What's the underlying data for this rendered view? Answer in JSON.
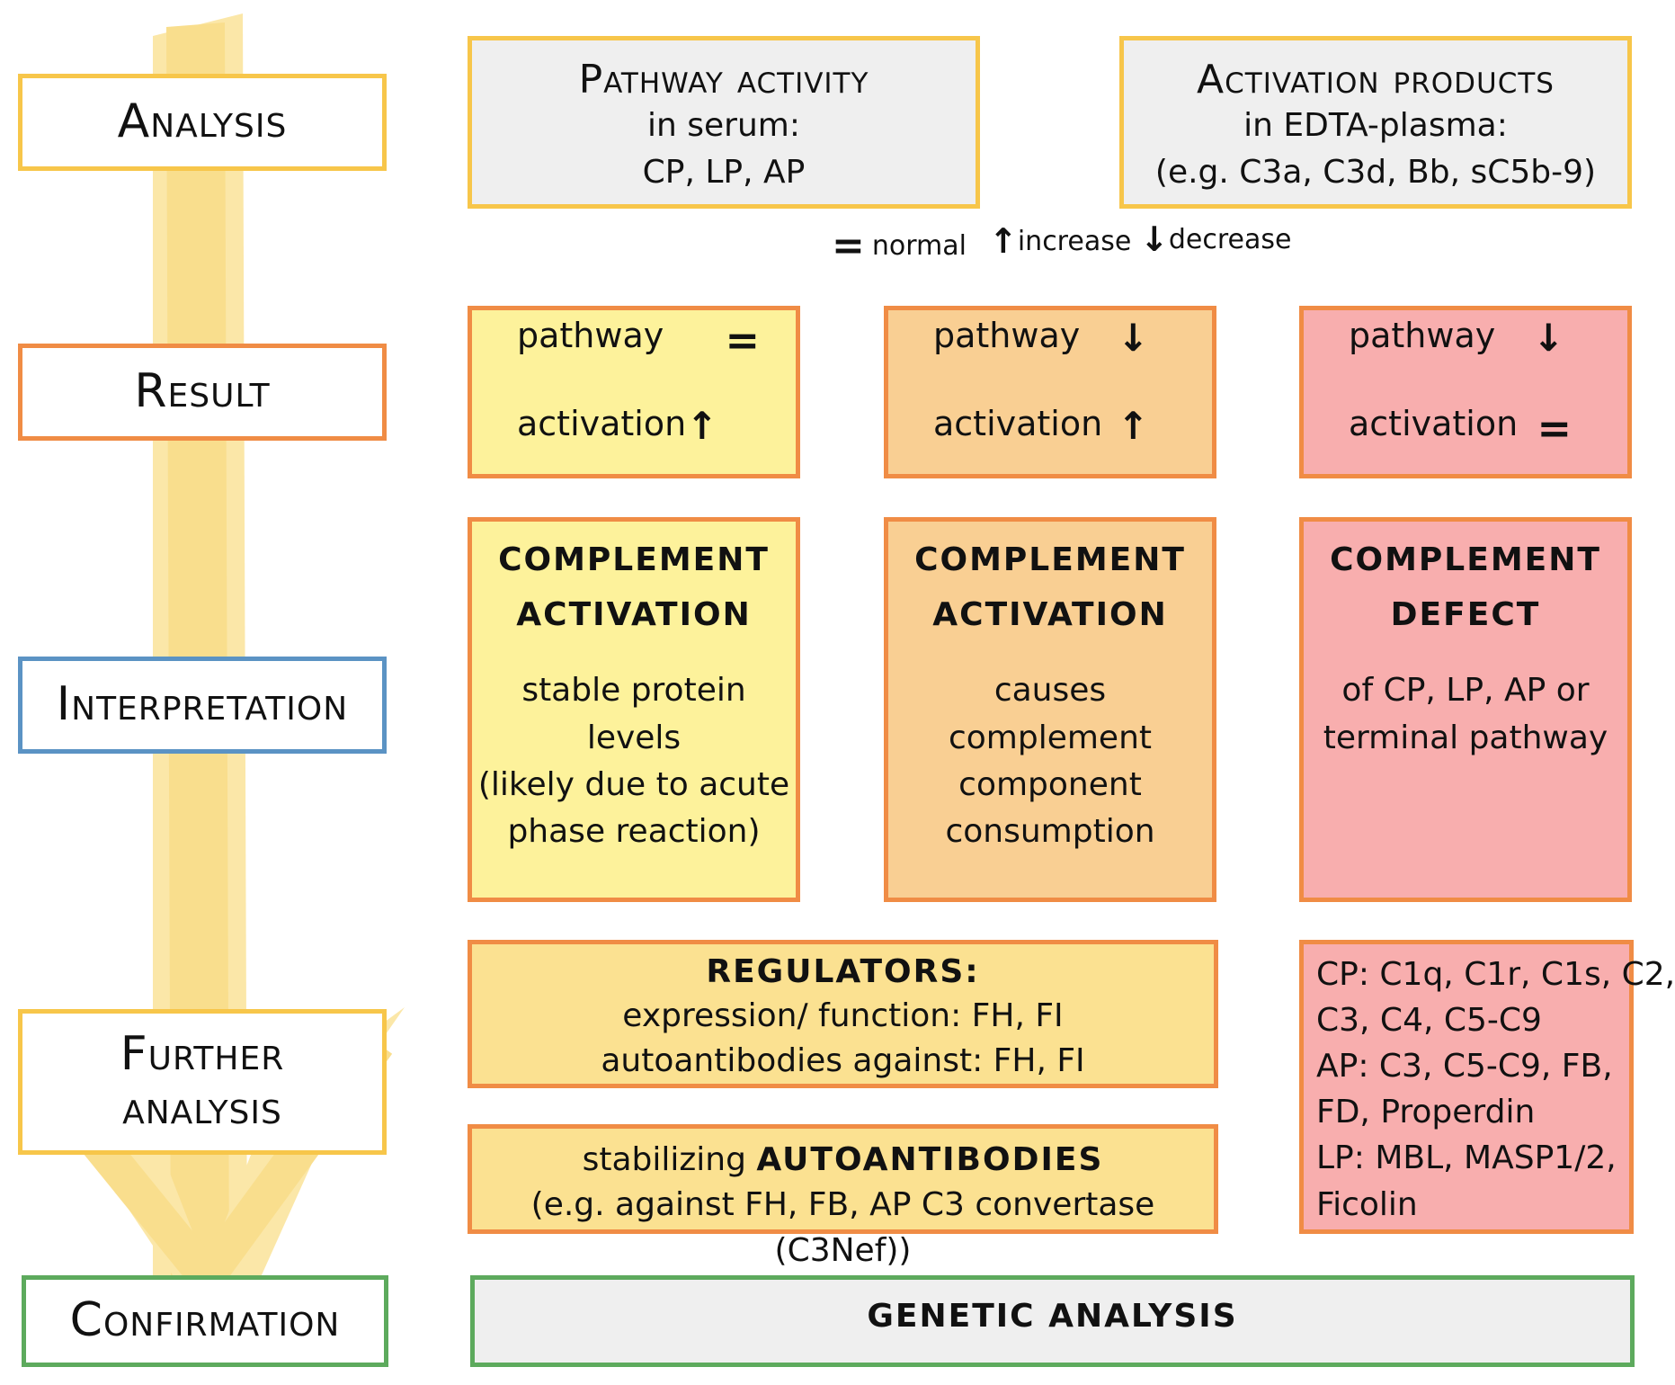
{
  "stages": {
    "analysis": "Analysis",
    "result": "Result",
    "interpretation": "Interpretation",
    "further_analysis_line1": "Further",
    "further_analysis_line2": "analysis",
    "confirmation": "Confirmation"
  },
  "analysis_boxes": {
    "pathway_activity": {
      "title": "Pathway activity",
      "line1": "in serum:",
      "line2": "CP, LP, AP"
    },
    "activation_products": {
      "title": "Activation products",
      "line1": "in EDTA-plasma:",
      "line2": "(e.g. C3a, C3d, Bb, sC5b-9)"
    }
  },
  "legend": {
    "normal_symbol": "=",
    "normal": "normal",
    "increase_symbol": "↑",
    "increase": "increase",
    "decrease_symbol": "↓",
    "decrease": "decrease"
  },
  "results": [
    {
      "pathway_label": "pathway",
      "pathway_symbol": "=",
      "activation_label": "activation",
      "activation_symbol": "↑"
    },
    {
      "pathway_label": "pathway",
      "pathway_symbol": "↓",
      "activation_label": "activation",
      "activation_symbol": "↑"
    },
    {
      "pathway_label": "pathway",
      "pathway_symbol": "↓",
      "activation_label": "activation",
      "activation_symbol": "="
    }
  ],
  "interpretations": [
    {
      "title1": "COMPLEMENT",
      "title2": "ACTIVATION",
      "lines": [
        "stable protein",
        "levels",
        "(likely due to acute",
        "phase reaction)"
      ]
    },
    {
      "title1": "COMPLEMENT",
      "title2": "ACTIVATION",
      "lines": [
        "causes",
        "complement",
        "component",
        "consumption"
      ]
    },
    {
      "title1": "COMPLEMENT",
      "title2": "DEFECT",
      "lines": [
        "of CP, LP, AP or",
        "terminal pathway"
      ]
    }
  ],
  "further": {
    "regulators": {
      "title": "REGULATORS:",
      "line1": "expression/ function: FH, FI",
      "line2": "autoantibodies against: FH, FI"
    },
    "autoantibodies": {
      "prefix": "stabilizing ",
      "title": "AUTOANTIBODIES",
      "line2": "(e.g. against FH, FB, AP C3 convertase (C3Nef))"
    },
    "components": [
      "CP: C1q, C1r, C1s, C2,",
      "C3, C4, C5-C9",
      "AP: C3, C5-C9, FB,",
      "FD, Properdin",
      "LP: MBL, MASP1/2,",
      "Ficolin"
    ]
  },
  "confirmation": {
    "label": "GENETIC ANALYSIS"
  },
  "colors": {
    "analysis": "#f7c64a",
    "result": "#f08c45",
    "interpretation": "#5b93c4",
    "further": "#f7c64a",
    "confirmation": "#5daa5d",
    "arrow": "#f9d97a"
  }
}
